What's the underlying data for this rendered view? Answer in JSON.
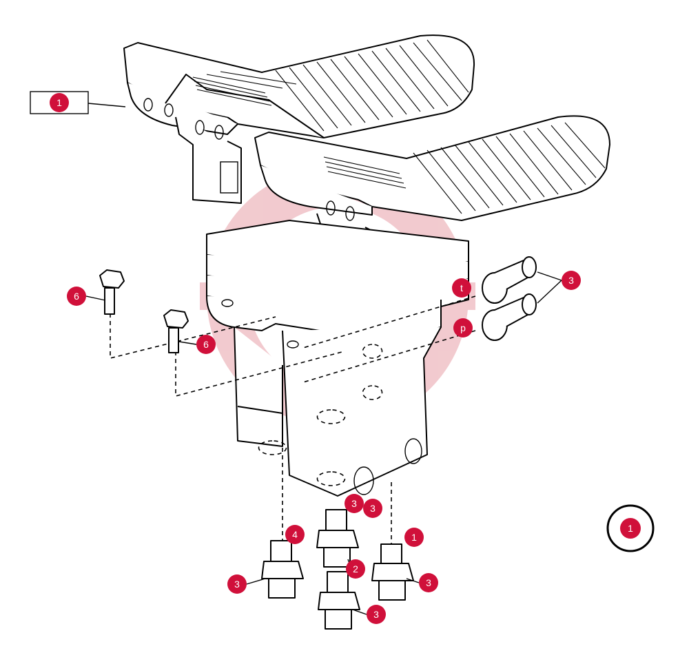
{
  "figure": {
    "accent_color": "#d0103a",
    "watermark_color": "#e8a0a8"
  },
  "callouts": [
    {
      "id": "c1-top",
      "label": "1"
    },
    {
      "id": "c6-a",
      "label": "6"
    },
    {
      "id": "c6-b",
      "label": "6"
    },
    {
      "id": "c3-fit",
      "label": "3"
    },
    {
      "id": "ct",
      "label": "t"
    },
    {
      "id": "cp",
      "label": "p"
    },
    {
      "id": "c3-center-a",
      "label": "3"
    },
    {
      "id": "c3-center-b",
      "label": "3"
    },
    {
      "id": "c4",
      "label": "4"
    },
    {
      "id": "c1-right",
      "label": "1"
    },
    {
      "id": "c2",
      "label": "2"
    },
    {
      "id": "c3-left",
      "label": "3"
    },
    {
      "id": "c3-right",
      "label": "3"
    },
    {
      "id": "c3-bottom",
      "label": "3"
    },
    {
      "id": "c1-ring",
      "label": "1"
    }
  ]
}
